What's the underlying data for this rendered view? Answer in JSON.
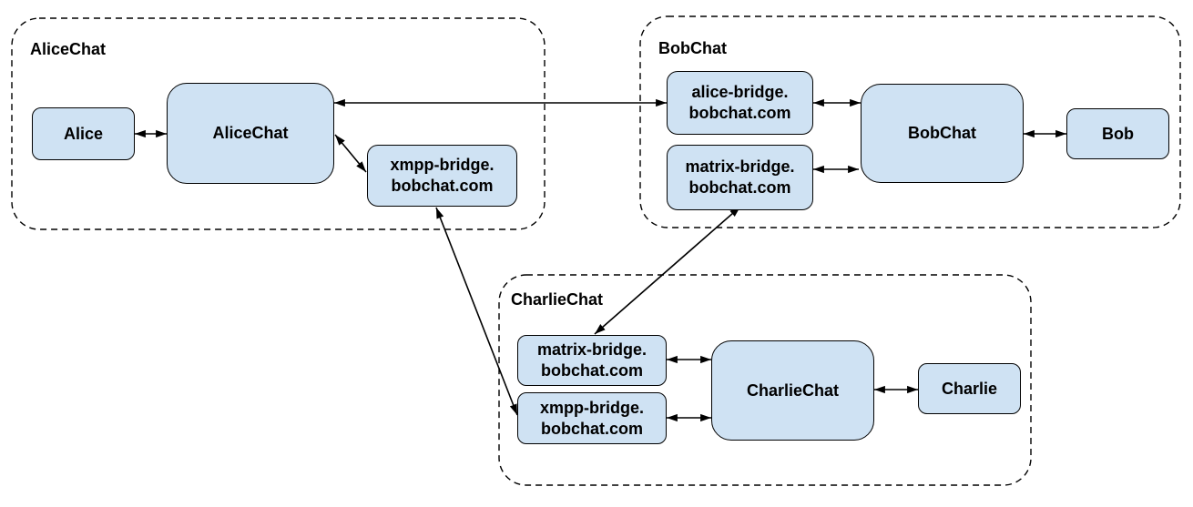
{
  "diagram": {
    "groups": {
      "alicechat": {
        "label": "AliceChat"
      },
      "bobchat": {
        "label": "BobChat"
      },
      "charliechat": {
        "label": "CharlieChat"
      }
    },
    "nodes": {
      "alice": {
        "label": "Alice",
        "group": "AliceChat"
      },
      "alicechat_server": {
        "label": "AliceChat",
        "group": "AliceChat"
      },
      "alice_xmpp_bridge": {
        "label": "xmpp-bridge.\nbobchat.com",
        "group": "AliceChat"
      },
      "bob_alice_bridge": {
        "label": "alice-bridge.\nbobchat.com",
        "group": "BobChat"
      },
      "bob_matrix_bridge": {
        "label": "matrix-bridge.\nbobchat.com",
        "group": "BobChat"
      },
      "bobchat_server": {
        "label": "BobChat",
        "group": "BobChat"
      },
      "bob": {
        "label": "Bob",
        "group": "BobChat"
      },
      "charlie_matrix_bridge": {
        "label": "matrix-bridge.\nbobchat.com",
        "group": "CharlieChat"
      },
      "charlie_xmpp_bridge": {
        "label": "xmpp-bridge.\nbobchat.com",
        "group": "CharlieChat"
      },
      "charliechat_server": {
        "label": "CharlieChat",
        "group": "CharlieChat"
      },
      "charlie": {
        "label": "Charlie",
        "group": "CharlieChat"
      }
    },
    "edges": [
      {
        "from": "Alice",
        "to": "AliceChat (server)",
        "arrows": "both"
      },
      {
        "from": "AliceChat (server)",
        "to": "alice-bridge.bobchat.com",
        "arrows": "both"
      },
      {
        "from": "AliceChat (server)",
        "to": "xmpp-bridge.bobchat.com (AliceChat)",
        "arrows": "both"
      },
      {
        "from": "alice-bridge.bobchat.com",
        "to": "BobChat (server)",
        "arrows": "both"
      },
      {
        "from": "matrix-bridge.bobchat.com (BobChat)",
        "to": "BobChat (server)",
        "arrows": "both"
      },
      {
        "from": "BobChat (server)",
        "to": "Bob",
        "arrows": "both"
      },
      {
        "from": "matrix-bridge.bobchat.com (BobChat)",
        "to": "matrix-bridge.bobchat.com (CharlieChat)",
        "arrows": "both"
      },
      {
        "from": "xmpp-bridge.bobchat.com (AliceChat)",
        "to": "xmpp-bridge.bobchat.com (CharlieChat)",
        "arrows": "both"
      },
      {
        "from": "matrix-bridge.bobchat.com (CharlieChat)",
        "to": "CharlieChat (server)",
        "arrows": "both"
      },
      {
        "from": "xmpp-bridge.bobchat.com (CharlieChat)",
        "to": "CharlieChat (server)",
        "arrows": "both"
      },
      {
        "from": "CharlieChat (server)",
        "to": "Charlie",
        "arrows": "both"
      }
    ],
    "colors": {
      "background": "#ffffff",
      "node_fill": "#cfe2f3",
      "node_border": "#000000",
      "line": "#000000",
      "text": "#000000"
    }
  }
}
